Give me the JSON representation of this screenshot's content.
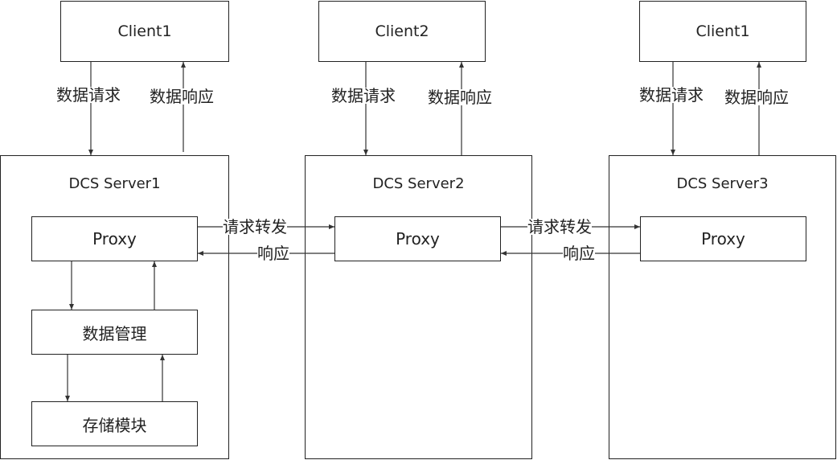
{
  "clients": [
    {
      "label": "Client1"
    },
    {
      "label": "Client2"
    },
    {
      "label": "Client1"
    }
  ],
  "servers": [
    {
      "title": "DCS Server1",
      "proxy": "Proxy"
    },
    {
      "title": "DCS Server2",
      "proxy": "Proxy"
    },
    {
      "title": "DCS Server3",
      "proxy": "Proxy"
    }
  ],
  "modules": {
    "data_management": "数据管理",
    "storage": "存储模块"
  },
  "edges": {
    "data_request": "数据请求",
    "data_response": "数据响应",
    "request_forward": "请求转发",
    "response": "响应"
  }
}
